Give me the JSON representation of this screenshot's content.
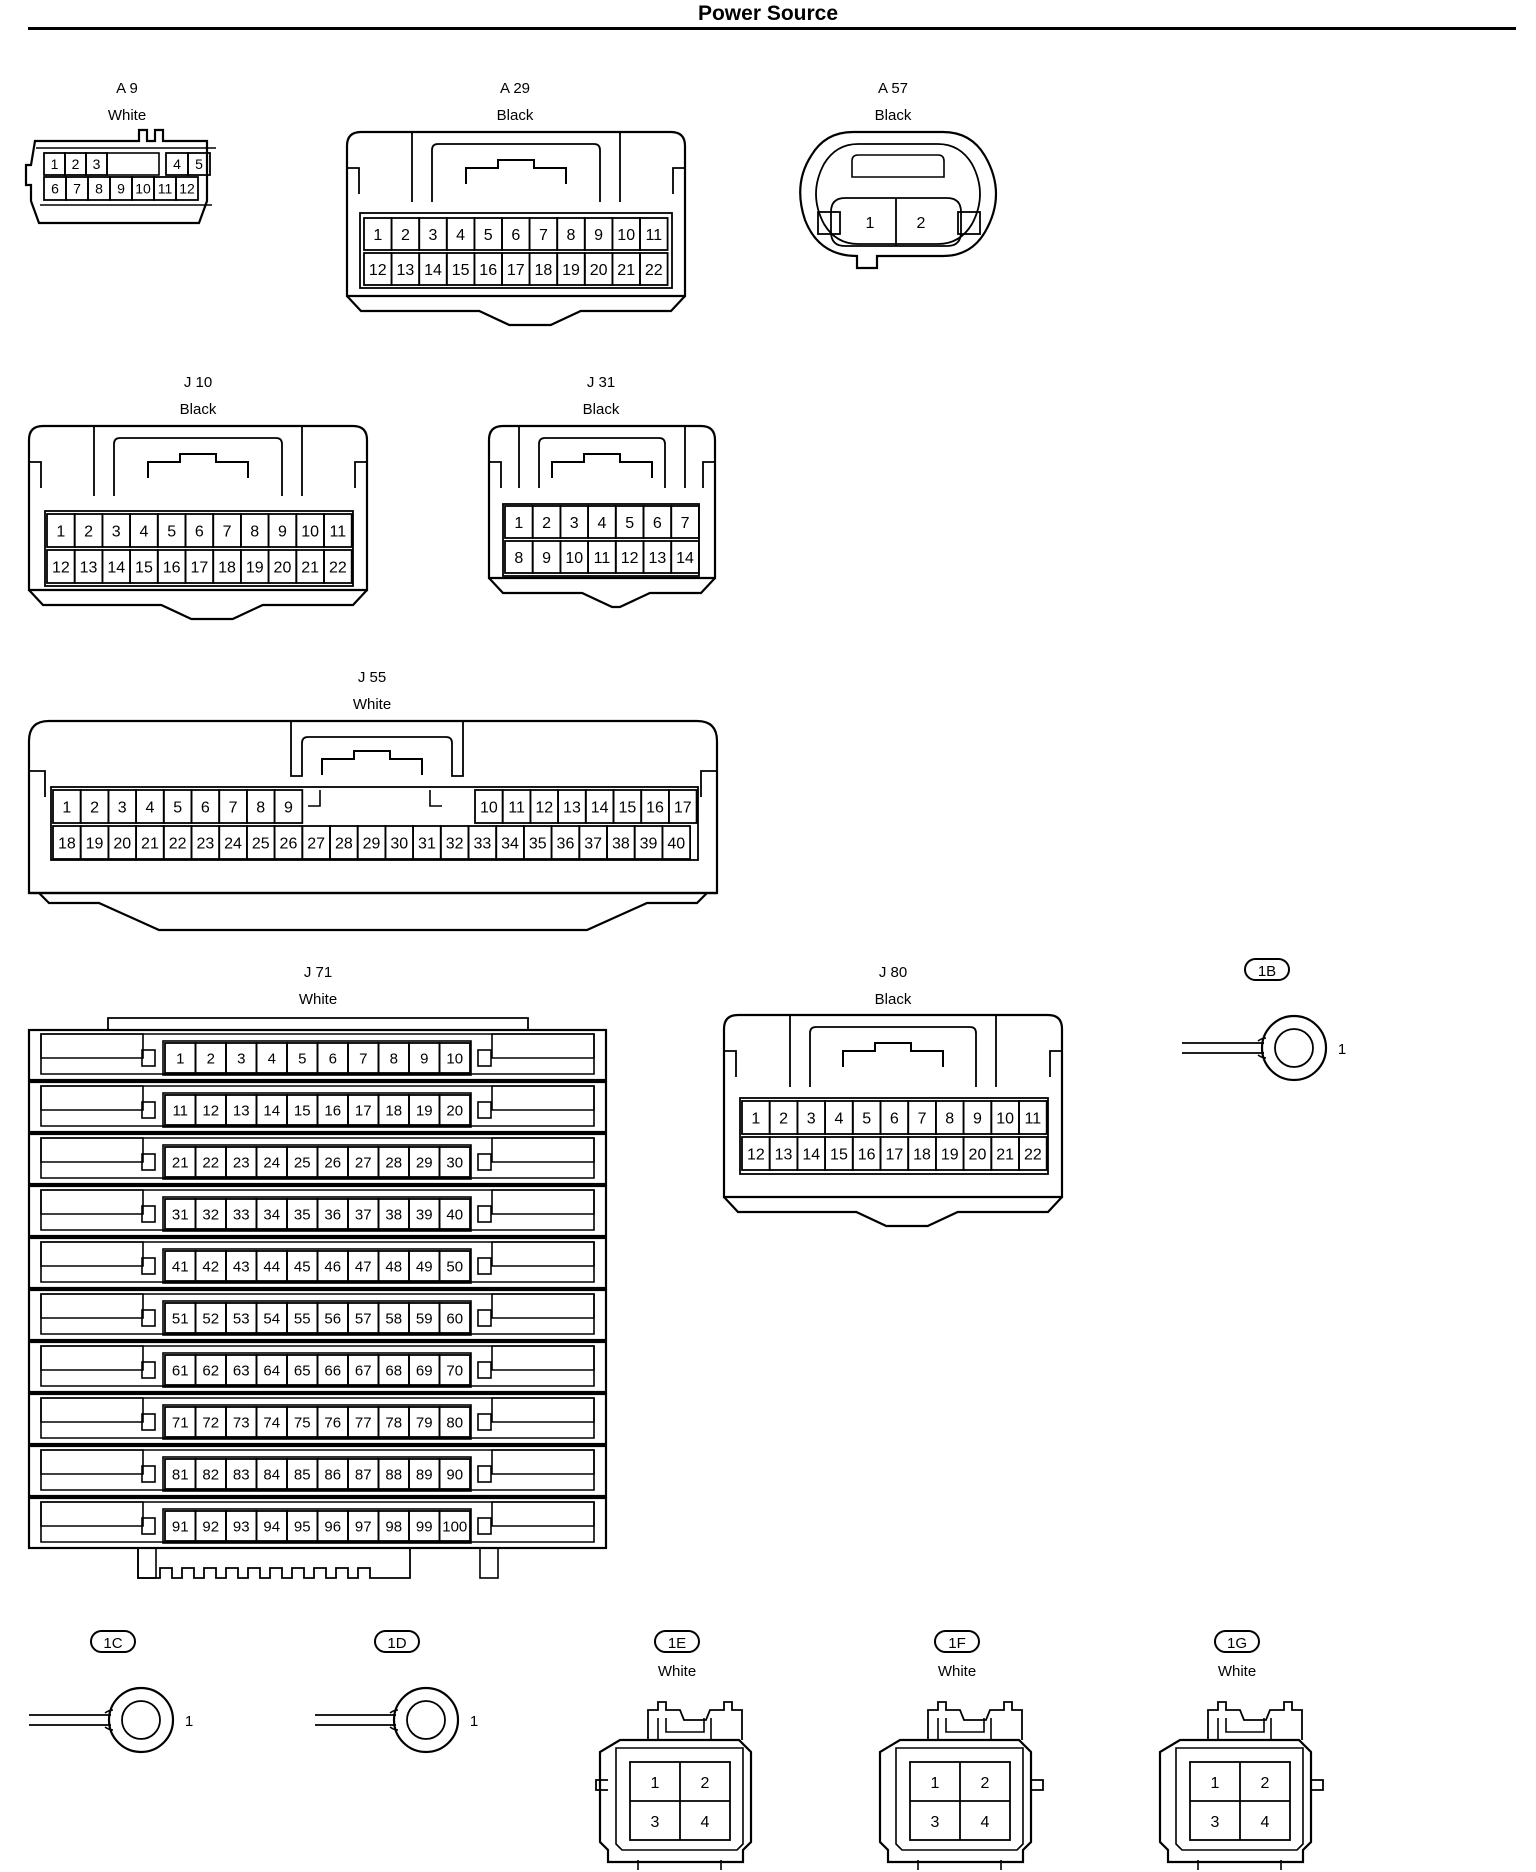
{
  "title": "Power Source",
  "connectors": [
    {
      "id": "A9",
      "label": "A 9",
      "color": "White",
      "pins_top": [
        "1",
        "2",
        "3",
        "",
        "4",
        "5"
      ],
      "pins_bottom": [
        "6",
        "7",
        "8",
        "9",
        "10",
        "11",
        "12"
      ]
    },
    {
      "id": "A29",
      "label": "A 29",
      "color": "Black",
      "pins_top": [
        "1",
        "2",
        "3",
        "4",
        "5",
        "6",
        "7",
        "8",
        "9",
        "10",
        "11"
      ],
      "pins_bottom": [
        "12",
        "13",
        "14",
        "15",
        "16",
        "17",
        "18",
        "19",
        "20",
        "21",
        "22"
      ]
    },
    {
      "id": "A57",
      "label": "A 57",
      "color": "Black",
      "pins": [
        "1",
        "2"
      ]
    },
    {
      "id": "J10",
      "label": "J 10",
      "color": "Black",
      "pins_top": [
        "1",
        "2",
        "3",
        "4",
        "5",
        "6",
        "7",
        "8",
        "9",
        "10",
        "11"
      ],
      "pins_bottom": [
        "12",
        "13",
        "14",
        "15",
        "16",
        "17",
        "18",
        "19",
        "20",
        "21",
        "22"
      ]
    },
    {
      "id": "J31",
      "label": "J 31",
      "color": "Black",
      "pins_top": [
        "1",
        "2",
        "3",
        "4",
        "5",
        "6",
        "7"
      ],
      "pins_bottom": [
        "8",
        "9",
        "10",
        "11",
        "12",
        "13",
        "14"
      ]
    },
    {
      "id": "J55",
      "label": "J 55",
      "color": "White",
      "pins_top_left": [
        "1",
        "2",
        "3",
        "4",
        "5",
        "6",
        "7",
        "8",
        "9"
      ],
      "pins_top_right": [
        "10",
        "11",
        "12",
        "13",
        "14",
        "15",
        "16",
        "17"
      ],
      "pins_bottom": [
        "18",
        "19",
        "20",
        "21",
        "22",
        "23",
        "24",
        "25",
        "26",
        "27",
        "28",
        "29",
        "30",
        "31",
        "32",
        "33",
        "34",
        "35",
        "36",
        "37",
        "38",
        "39",
        "40"
      ]
    },
    {
      "id": "J71",
      "label": "J 71",
      "color": "White",
      "pin_count": 100
    },
    {
      "id": "J80",
      "label": "J 80",
      "color": "Black",
      "pins_top": [
        "1",
        "2",
        "3",
        "4",
        "5",
        "6",
        "7",
        "8",
        "9",
        "10",
        "11"
      ],
      "pins_bottom": [
        "12",
        "13",
        "14",
        "15",
        "16",
        "17",
        "18",
        "19",
        "20",
        "21",
        "22"
      ]
    },
    {
      "id": "1B",
      "label": "1B",
      "color": "",
      "pins": [
        "1"
      ]
    },
    {
      "id": "1C",
      "label": "1C",
      "color": "",
      "pins": [
        "1"
      ]
    },
    {
      "id": "1D",
      "label": "1D",
      "color": "",
      "pins": [
        "1"
      ]
    },
    {
      "id": "1E",
      "label": "1E",
      "color": "White",
      "pins": [
        "1",
        "2",
        "3",
        "4"
      ]
    },
    {
      "id": "1F",
      "label": "1F",
      "color": "White",
      "pins": [
        "1",
        "2",
        "3",
        "4"
      ]
    },
    {
      "id": "1G",
      "label": "1G",
      "color": "White",
      "pins": [
        "1",
        "2",
        "3",
        "4"
      ]
    }
  ]
}
